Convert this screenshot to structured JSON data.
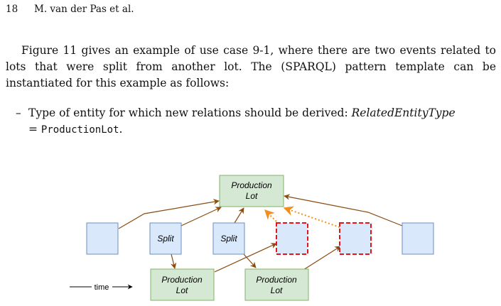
{
  "header": {
    "page_number": "18",
    "authors": "M. van der Pas et al."
  },
  "body": {
    "paragraph": "Figure 11 gives an example of use case 9-1, where there are two events related to lots that were split from another lot. The (SPARQL) pattern template can be instantiated for this example as follows:",
    "bullet": {
      "dash": "–",
      "prefix": "Type of entity for which new relations should be derived: ",
      "variable": "RelatedEntityType",
      "equals": " = ",
      "value": "ProductionLot",
      "suffix": "."
    }
  },
  "figure": {
    "top_lot": {
      "line1": "Production",
      "line2": "Lot"
    },
    "split_labels": [
      "Split",
      "Split"
    ],
    "bottom_lot_left": {
      "line1": "Production",
      "line2": "Lot"
    },
    "bottom_lot_right": {
      "line1": "Production",
      "line2": "Lot"
    },
    "time_label": "time",
    "colors": {
      "event_fill": "#dae8fc",
      "event_stroke": "#6c8ebf",
      "lot_fill": "#d5e8d4",
      "lot_stroke": "#82b366",
      "derived_stroke": "#e8141b",
      "arrow": "#8a4b10",
      "derived_arrow": "#f0901a"
    }
  }
}
